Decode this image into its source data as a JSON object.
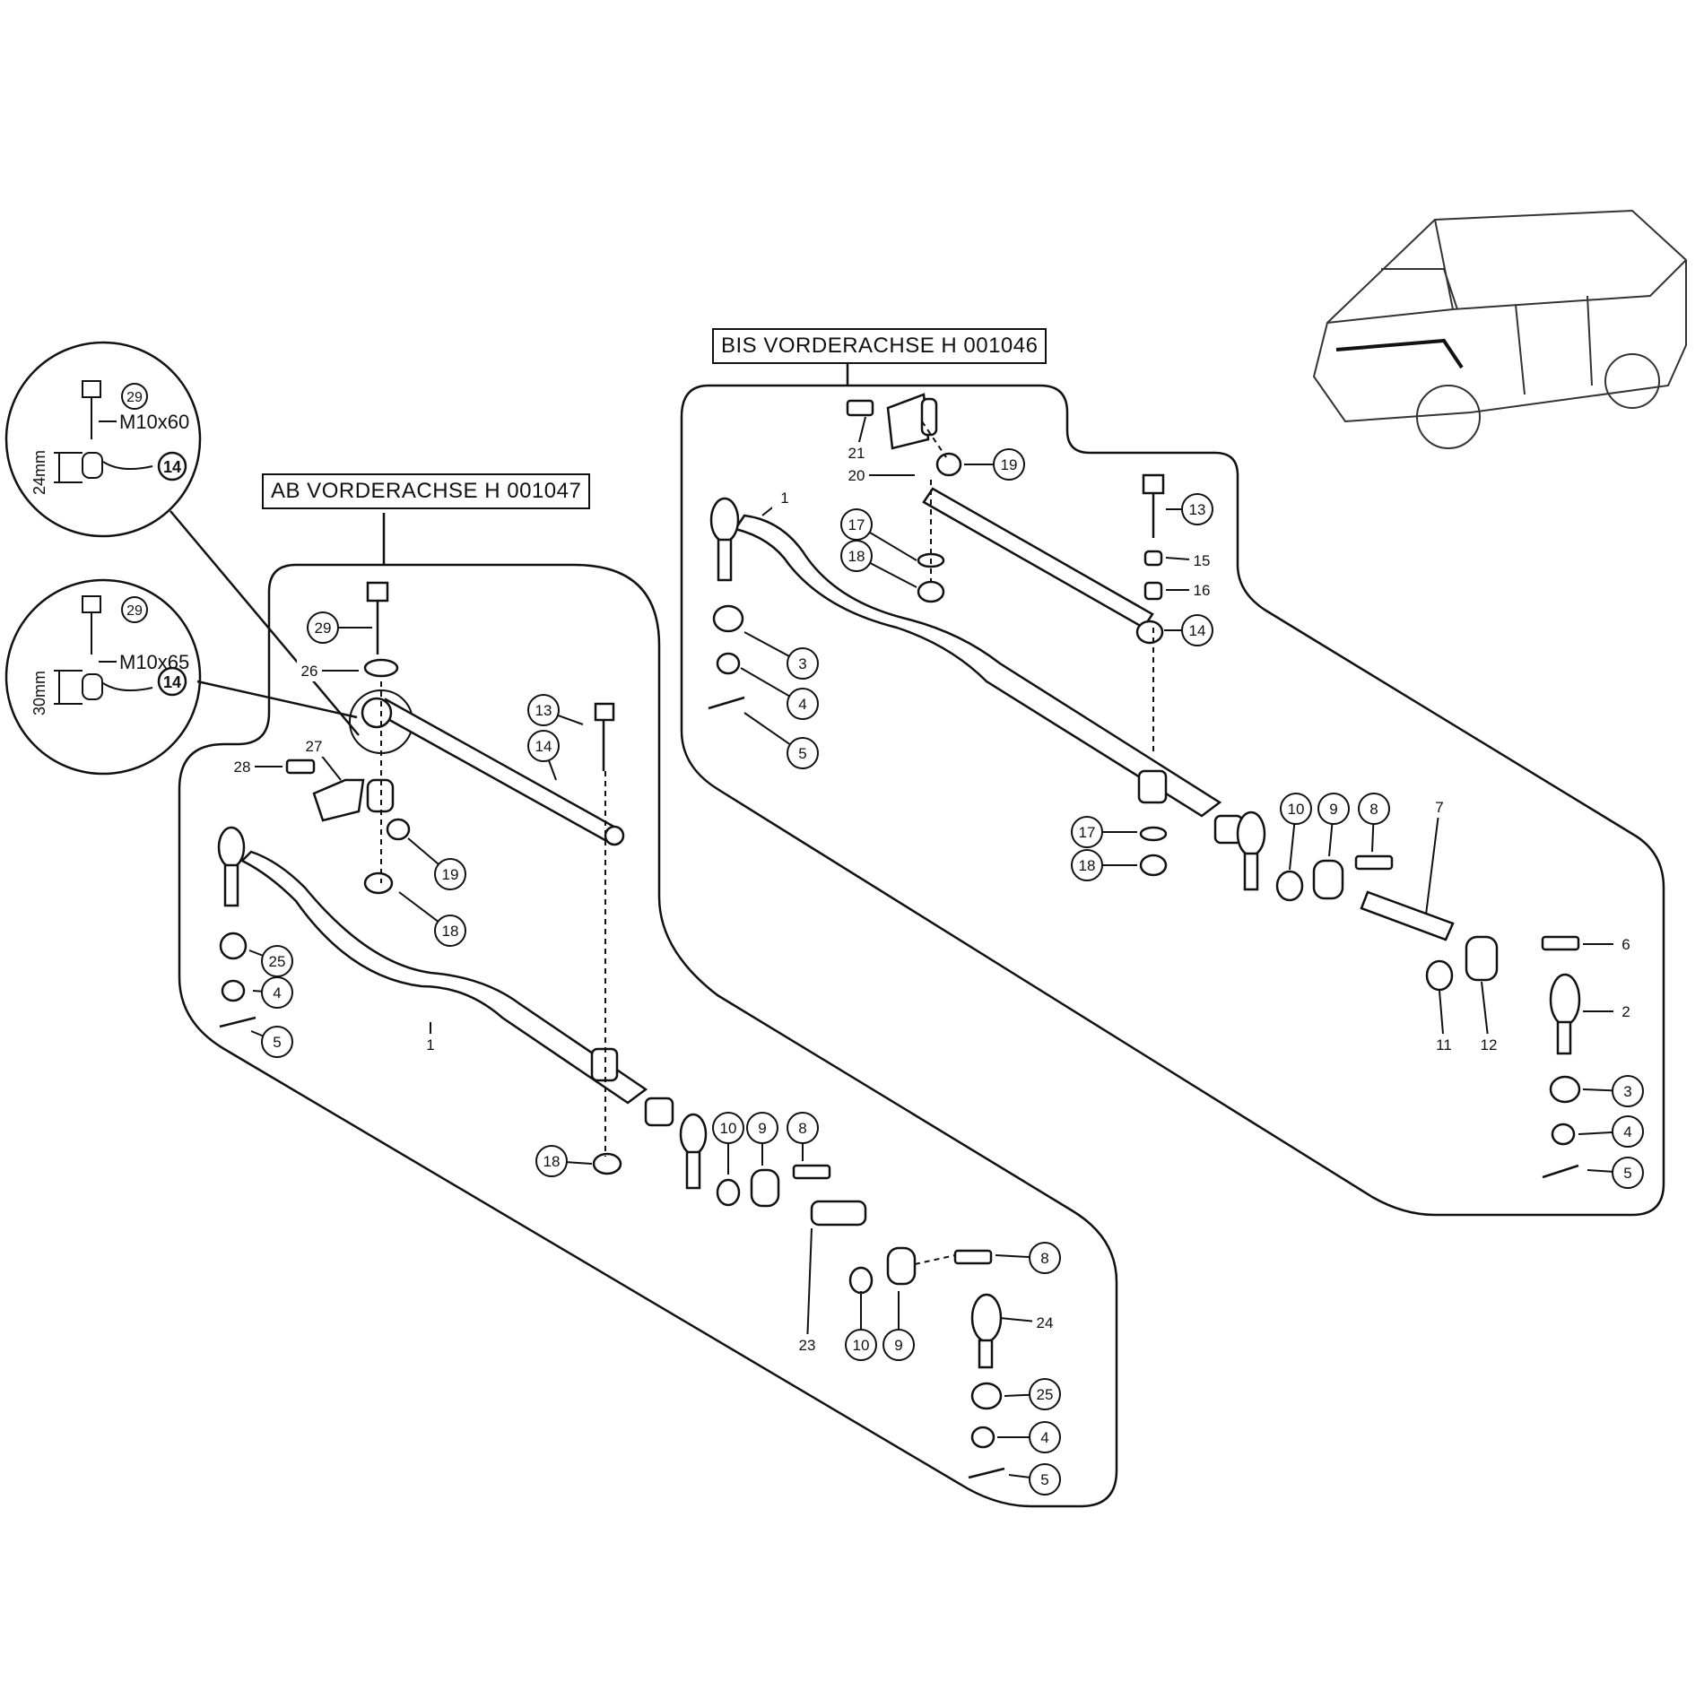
{
  "headers": {
    "left": "AB VORDERACHSE H 001047",
    "right": "BIS VORDERACHSE H 001046"
  },
  "detail_top": {
    "size": "M10x60",
    "dim": "24mm",
    "bolt": "29",
    "part": "14"
  },
  "detail_bottom": {
    "size": "M10x65",
    "dim": "30mm",
    "bolt": "29",
    "part": "14"
  },
  "left_callouts": [
    {
      "label": "29",
      "circled": true
    },
    {
      "label": "26",
      "circled": false
    },
    {
      "label": "13",
      "circled": true
    },
    {
      "label": "14",
      "circled": true
    },
    {
      "label": "27",
      "circled": false
    },
    {
      "label": "28",
      "circled": false
    },
    {
      "label": "19",
      "circled": true
    },
    {
      "label": "18",
      "circled": true
    },
    {
      "label": "25",
      "circled": true
    },
    {
      "label": "4",
      "circled": true
    },
    {
      "label": "5",
      "circled": true
    },
    {
      "label": "1",
      "circled": false
    },
    {
      "label": "18",
      "circled": true
    },
    {
      "label": "10",
      "circled": true
    },
    {
      "label": "9",
      "circled": true
    },
    {
      "label": "8",
      "circled": true
    },
    {
      "label": "8",
      "circled": true
    },
    {
      "label": "23",
      "circled": false
    },
    {
      "label": "10",
      "circled": true
    },
    {
      "label": "9",
      "circled": true
    },
    {
      "label": "24",
      "circled": false
    },
    {
      "label": "25",
      "circled": true
    },
    {
      "label": "4",
      "circled": true
    },
    {
      "label": "5",
      "circled": true
    }
  ],
  "right_callouts": [
    {
      "label": "21",
      "circled": false
    },
    {
      "label": "19",
      "circled": true
    },
    {
      "label": "20",
      "circled": false
    },
    {
      "label": "1",
      "circled": false
    },
    {
      "label": "17",
      "circled": true
    },
    {
      "label": "18",
      "circled": true
    },
    {
      "label": "13",
      "circled": true
    },
    {
      "label": "15",
      "circled": false
    },
    {
      "label": "16",
      "circled": false
    },
    {
      "label": "14",
      "circled": true
    },
    {
      "label": "3",
      "circled": true
    },
    {
      "label": "4",
      "circled": true
    },
    {
      "label": "5",
      "circled": true
    },
    {
      "label": "17",
      "circled": true
    },
    {
      "label": "18",
      "circled": true
    },
    {
      "label": "10",
      "circled": true
    },
    {
      "label": "9",
      "circled": true
    },
    {
      "label": "8",
      "circled": true
    },
    {
      "label": "7",
      "circled": false
    },
    {
      "label": "6",
      "circled": false
    },
    {
      "label": "2",
      "circled": false
    },
    {
      "label": "11",
      "circled": false
    },
    {
      "label": "12",
      "circled": false
    },
    {
      "label": "3",
      "circled": true
    },
    {
      "label": "4",
      "circled": true
    },
    {
      "label": "5",
      "circled": true
    }
  ]
}
